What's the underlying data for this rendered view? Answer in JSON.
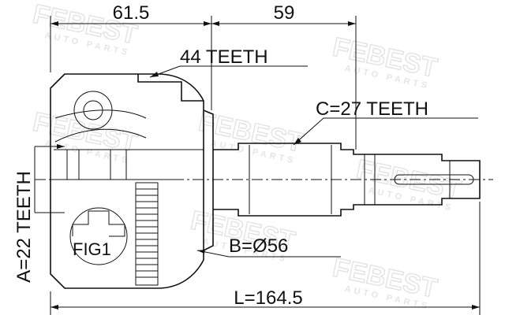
{
  "watermark": {
    "brand": "FEBEST",
    "tagline": "AUTO PARTS"
  },
  "dimensions": {
    "left_length": "61.5",
    "right_length": "59",
    "outer_teeth": "44 TEETH",
    "shaft_teeth": "C=27 TEETH",
    "inner_teeth": "A=22 TEETH",
    "abs_diameter": "B=Ø56",
    "total_length": "L=164.5",
    "figure_label": "FIG1"
  }
}
